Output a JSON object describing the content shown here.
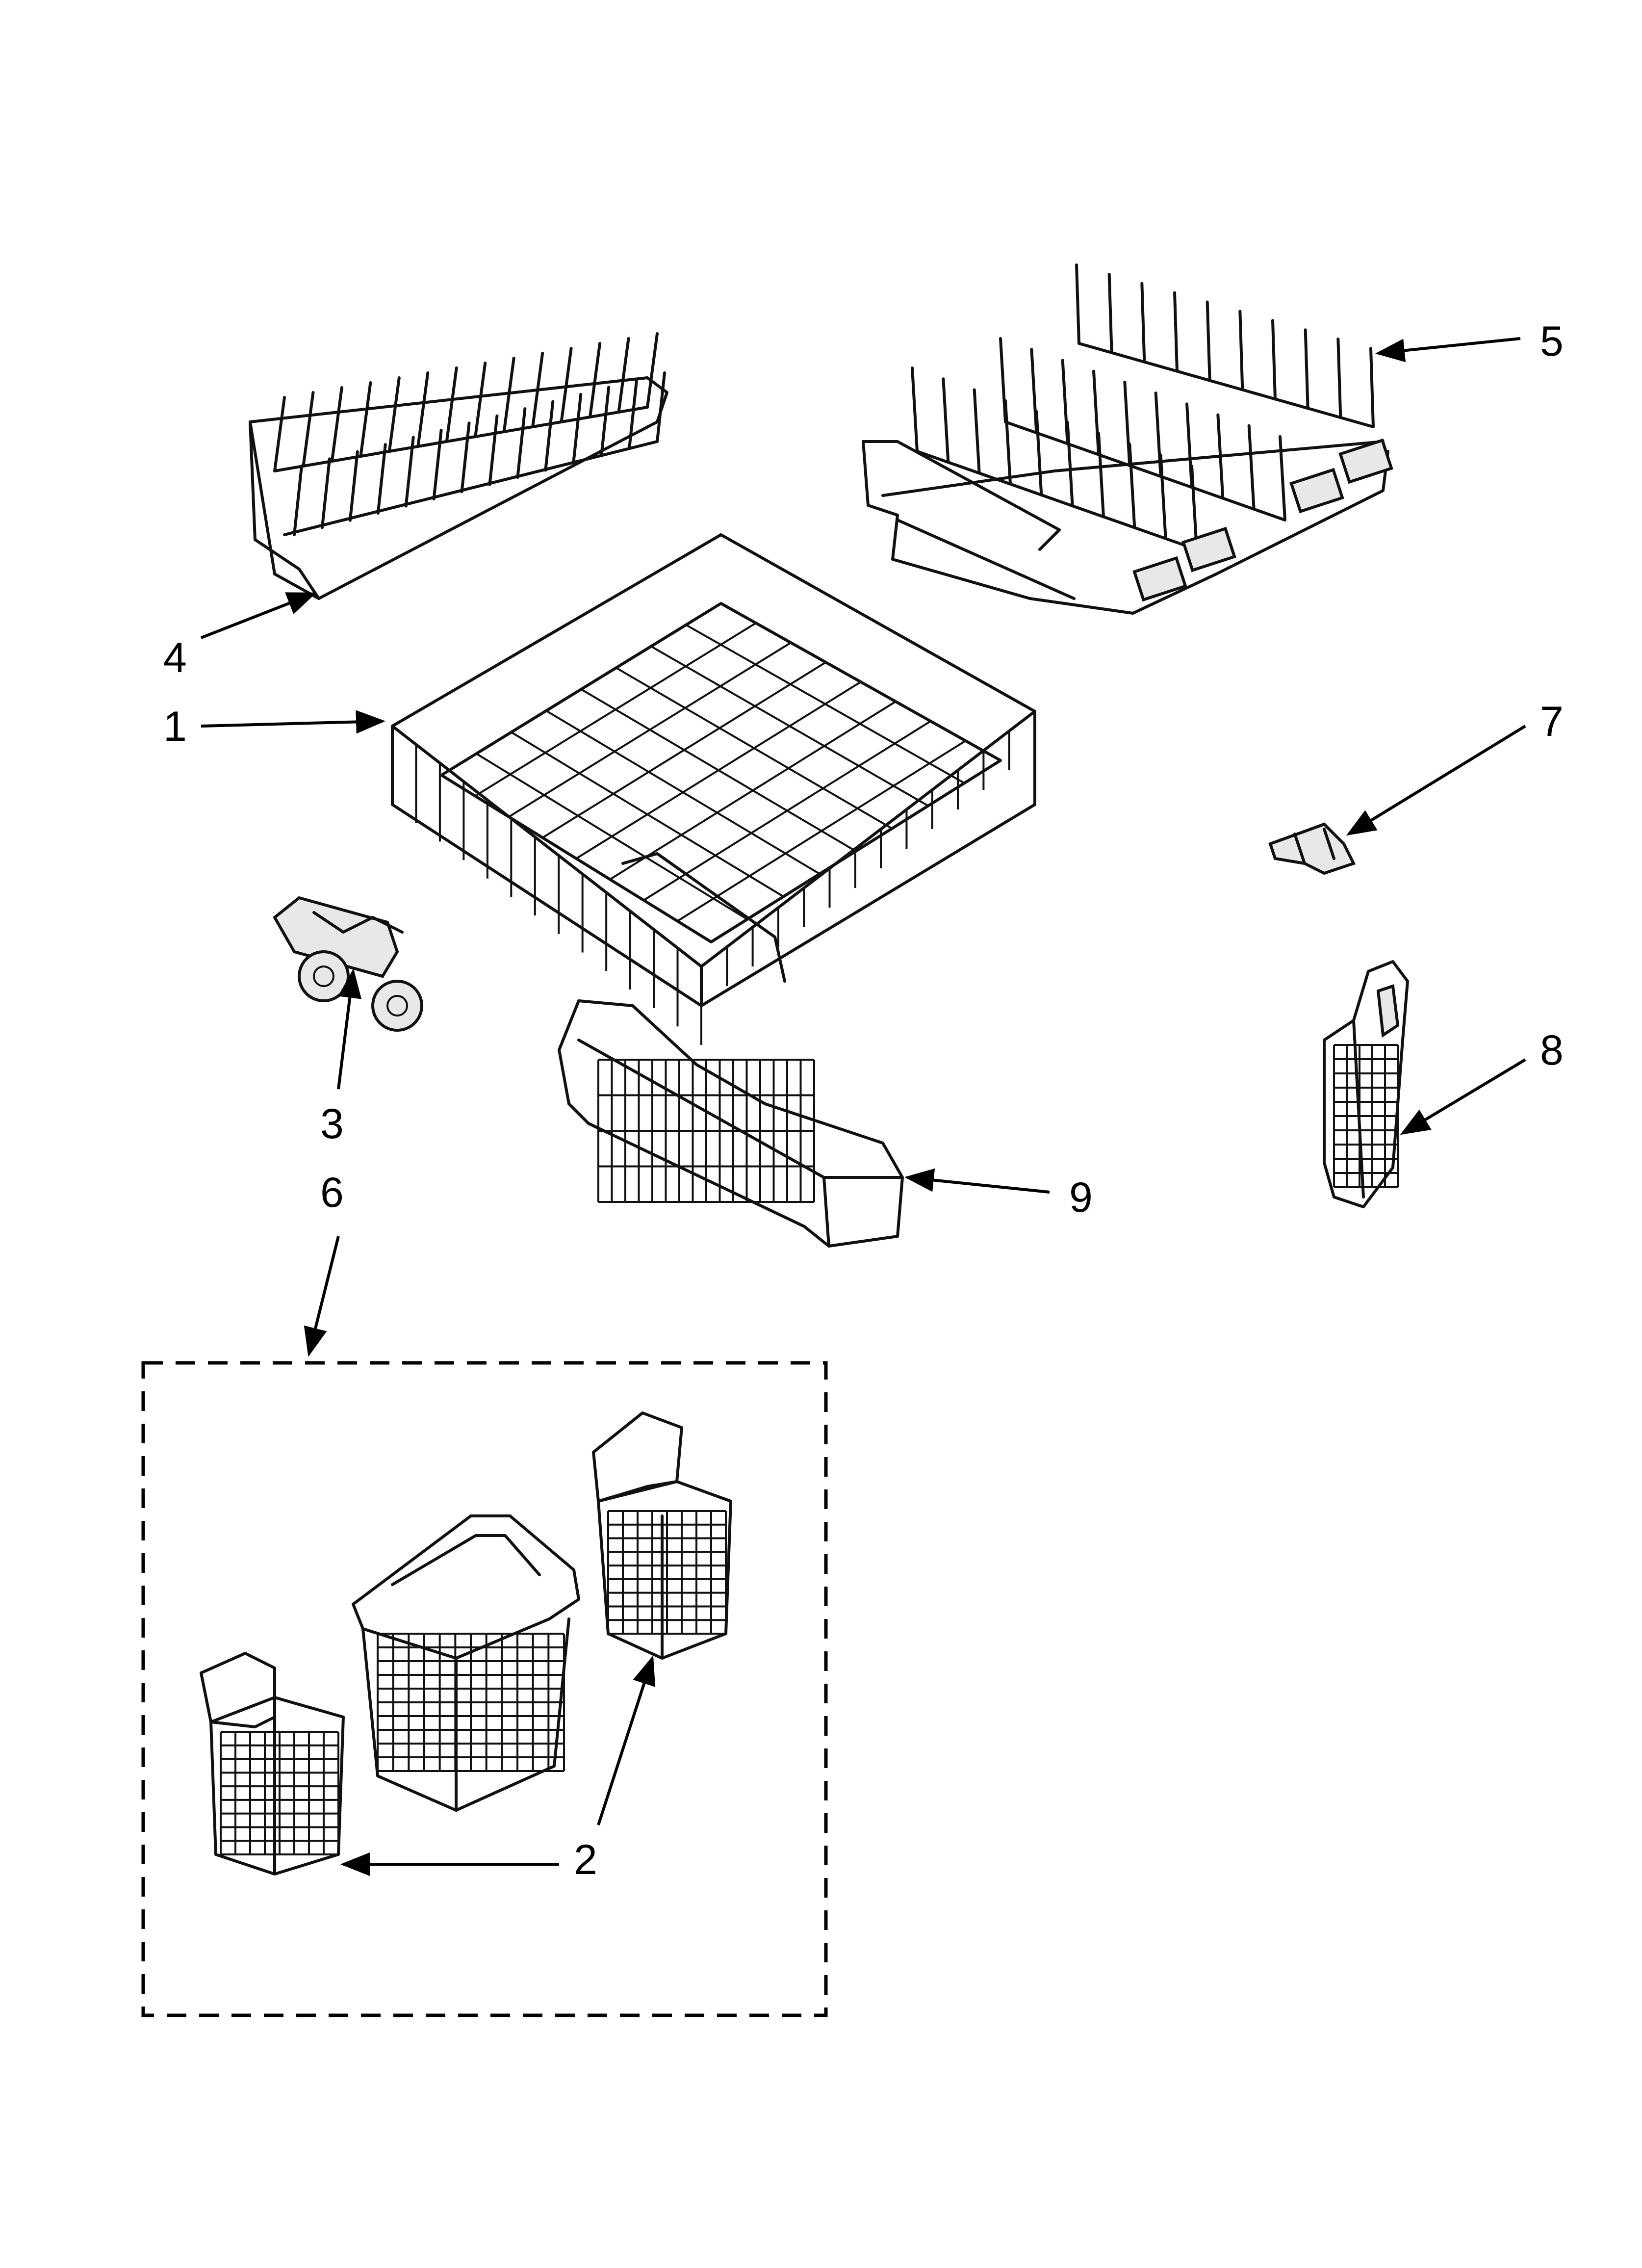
{
  "callouts": {
    "c1": "1",
    "c2": "2",
    "c3": "3",
    "c4": "4",
    "c5": "5",
    "c6": "6",
    "c7": "7",
    "c8": "8",
    "c9": "9"
  },
  "colors": {
    "line": "#111111",
    "background": "#ffffff",
    "shade": "#e8e8e8"
  }
}
